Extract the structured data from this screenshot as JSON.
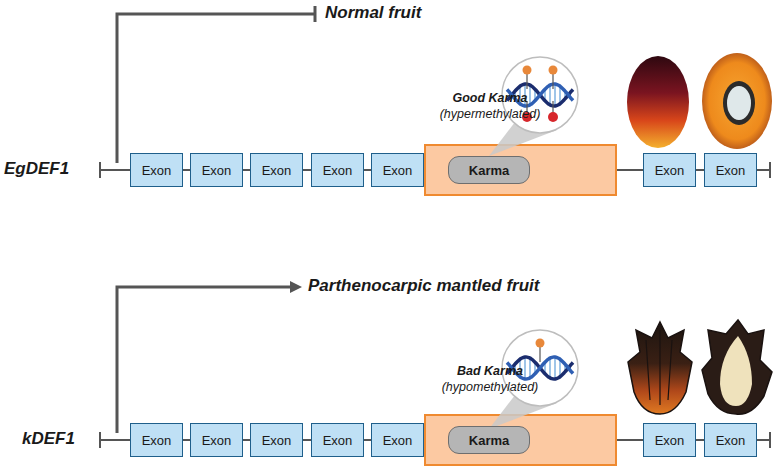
{
  "diagram": {
    "nodes": [
      {
        "text": [
          "Exon"
        ]
      },
      {
        "text": [
          "Exon"
        ]
      },
      {
        "text": [
          "Exon"
        ]
      },
      {
        "text": [
          "Exon"
        ]
      },
      {
        "text": [
          "Exon"
        ]
      },
      {
        "text": [
          "Karma"
        ]
      },
      {
        "text": [
          "Exon"
        ]
      },
      {
        "text": [
          "Exon"
        ]
      },
      {
        "text": [
          "Exon"
        ]
      },
      {
        "text": [
          "Exon"
        ]
      },
      {
        "text": [
          "Exon"
        ]
      },
      {
        "text": [
          "Exon"
        ]
      },
      {
        "text": [
          "Exon"
        ]
      },
      {
        "text": [
          "Karma"
        ]
      },
      {
        "text": [
          "Exon"
        ]
      },
      {
        "text": [
          "Exon"
        ]
      }
    ],
    "labels": [
      "Normal fruit",
      "Good Karma",
      "(hypermethylated)",
      "EgDEF1",
      "Parthenocarpic mantled fruit",
      "Bad Karma",
      "(hypomethylated)",
      "kDEF1"
    ]
  }
}
